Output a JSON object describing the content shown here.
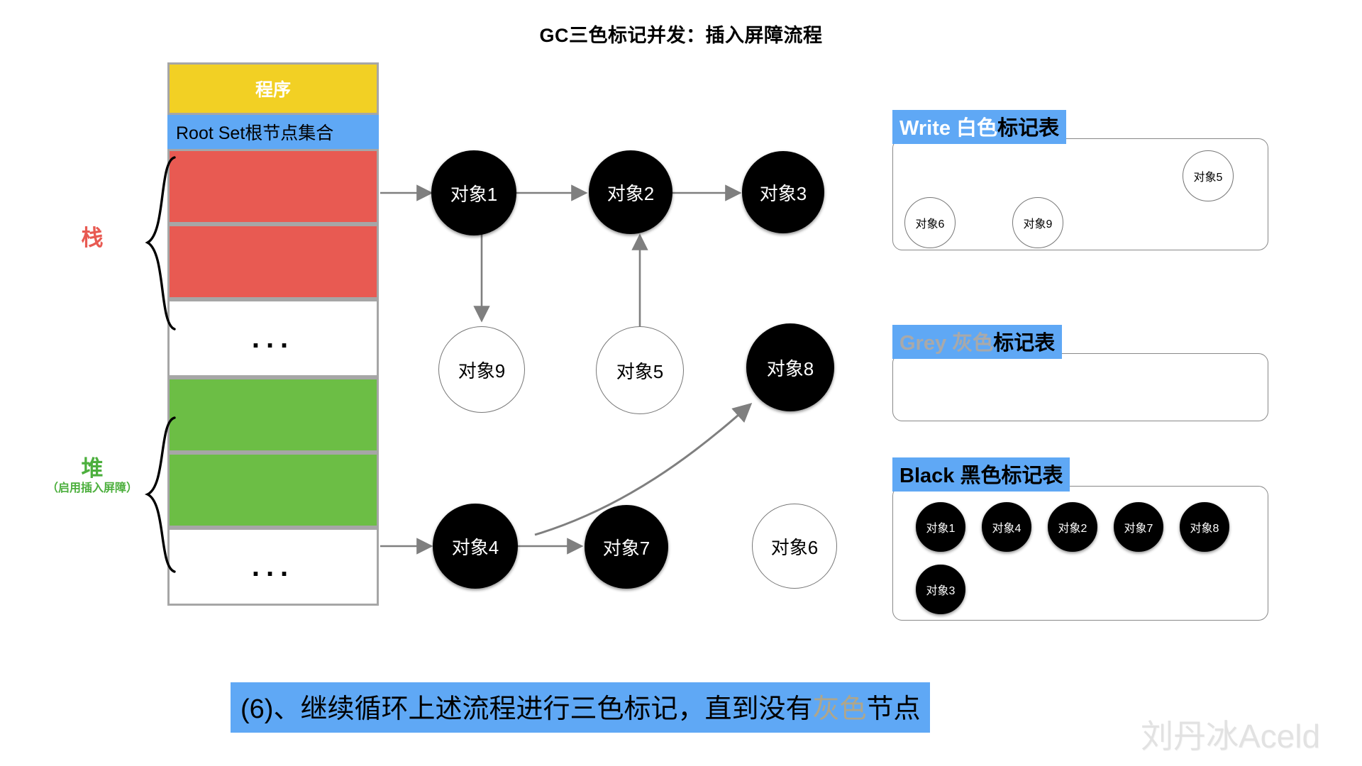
{
  "title": "GC三色标记并发：插入屏障流程",
  "memory_column": {
    "program_label": "程序",
    "rootset_label": "Root Set根节点集合",
    "ellipsis": "...",
    "cells": [
      {
        "name": "program",
        "color": "#f2d024",
        "label": "程序"
      },
      {
        "name": "root-set",
        "color": "#5fa8f5",
        "label": "Root Set根节点集合"
      },
      {
        "name": "stack-slot-1",
        "color": "#e85a52",
        "label": ""
      },
      {
        "name": "stack-slot-2",
        "color": "#e85a52",
        "label": ""
      },
      {
        "name": "stack-gap",
        "color": "#ffffff",
        "label": "..."
      },
      {
        "name": "heap-slot-1",
        "color": "#6cbe45",
        "label": ""
      },
      {
        "name": "heap-slot-2",
        "color": "#6cbe45",
        "label": ""
      },
      {
        "name": "heap-gap",
        "color": "#ffffff",
        "label": "..."
      }
    ]
  },
  "side_labels": {
    "stack": {
      "text": "栈",
      "color": "#e85a52"
    },
    "heap": {
      "text": "堆",
      "sub": "（启用插入屏障）",
      "color": "#4caf3d"
    }
  },
  "graph": {
    "nodes": [
      {
        "id": "obj1",
        "label": "对象1",
        "color": "black"
      },
      {
        "id": "obj2",
        "label": "对象2",
        "color": "black"
      },
      {
        "id": "obj3",
        "label": "对象3",
        "color": "black"
      },
      {
        "id": "obj9",
        "label": "对象9",
        "color": "white"
      },
      {
        "id": "obj5",
        "label": "对象5",
        "color": "white"
      },
      {
        "id": "obj8",
        "label": "对象8",
        "color": "black"
      },
      {
        "id": "obj4",
        "label": "对象4",
        "color": "black"
      },
      {
        "id": "obj7",
        "label": "对象7",
        "color": "black"
      },
      {
        "id": "obj6",
        "label": "对象6",
        "color": "white"
      }
    ],
    "edges": [
      {
        "from": "root-set",
        "to": "obj1"
      },
      {
        "from": "obj1",
        "to": "obj2"
      },
      {
        "from": "obj2",
        "to": "obj3"
      },
      {
        "from": "obj1",
        "to": "obj9"
      },
      {
        "from": "obj5",
        "to": "obj2"
      },
      {
        "from": "root-set",
        "to": "obj4"
      },
      {
        "from": "obj4",
        "to": "obj7"
      },
      {
        "from": "obj4",
        "to": "obj8"
      }
    ]
  },
  "mark_tables": [
    {
      "name": "white",
      "title_en": "Write",
      "title_cn": "白色",
      "title_tail": "标记表",
      "items": [
        {
          "label": "对象5",
          "style": "white"
        },
        {
          "label": "对象6",
          "style": "white"
        },
        {
          "label": "对象9",
          "style": "white"
        }
      ]
    },
    {
      "name": "grey",
      "title_en": "Grey",
      "title_cn": "灰色",
      "title_tail": "标记表",
      "items": []
    },
    {
      "name": "black",
      "title_en": "Black",
      "title_cn": "黑色",
      "title_tail": "标记表",
      "items": [
        {
          "label": "对象1",
          "style": "black"
        },
        {
          "label": "对象4",
          "style": "black"
        },
        {
          "label": "对象2",
          "style": "black"
        },
        {
          "label": "对象7",
          "style": "black"
        },
        {
          "label": "对象8",
          "style": "black"
        },
        {
          "label": "对象3",
          "style": "black"
        }
      ]
    }
  ],
  "caption": {
    "prefix": "(6)、继续循环上述流程进行三色标记，直到没有",
    "highlight": "灰色",
    "suffix": "节点"
  },
  "watermark": "刘丹冰Aceld",
  "colors": {
    "accent_blue": "#5fa8f5",
    "red": "#e85a52",
    "green": "#6cbe45",
    "yellow": "#f2d024",
    "grey_text": "#a9a9a9",
    "edge": "#7f7f7f"
  }
}
